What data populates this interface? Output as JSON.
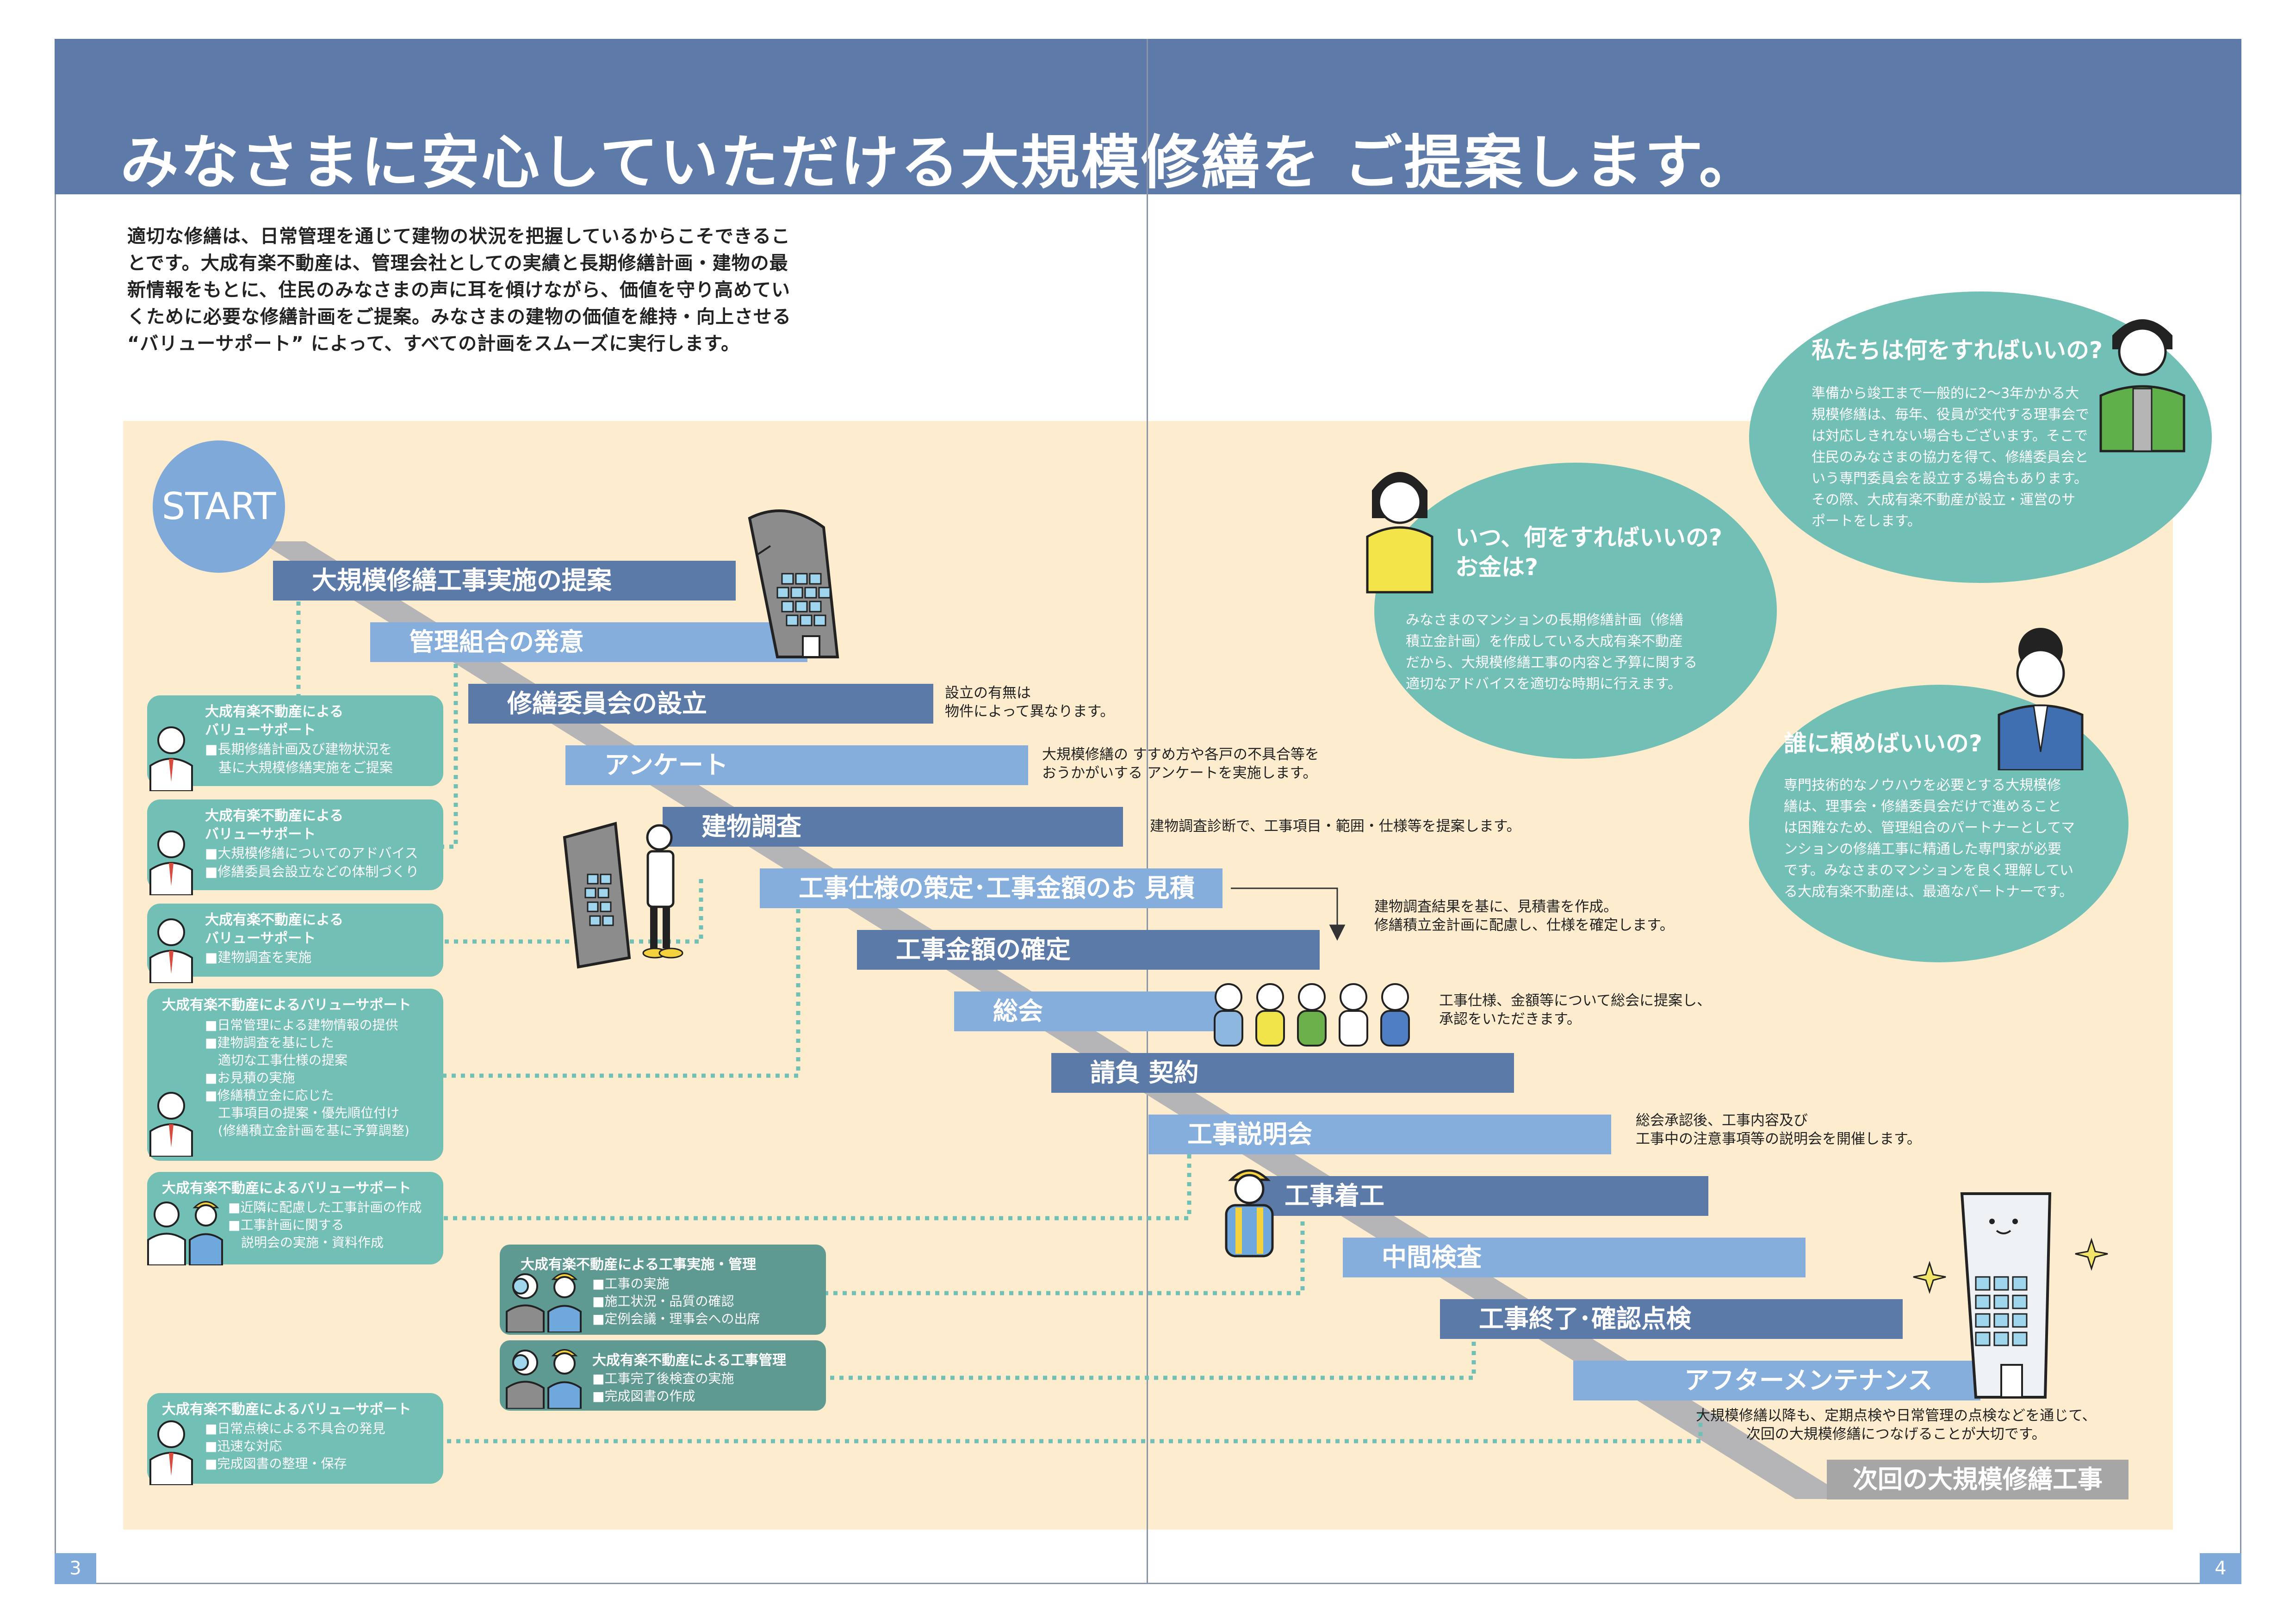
{
  "header": {
    "title": "みなさまに安心していただける大規模修繕を ご提案します。"
  },
  "intro": {
    "lines": [
      "適切な修繕は、日常管理を通じて建物の状況を把握しているからこそできるこ",
      "とです。大成有楽不動産は、管理会社としての実績と長期修繕計画・建物の最",
      "新情報をもとに、住民のみなさまの声に耳を傾けながら、価値を守り高めてい",
      "くために必要な修繕計画をご提案。みなさまの建物の価値を維持・向上させる",
      "“バリューサポート” によって、すべての計画をスムーズに実行します。"
    ]
  },
  "flow": {
    "start": "START",
    "steps": [
      "大規模修繕工事実施の提案",
      "管理組合の発意",
      "修繕委員会の設立",
      "アンケート",
      "建物調査",
      "工事仕様の策定･工事金額のお 見積",
      "工事金額の確定",
      "総会",
      "請負 契約",
      "工事説明会",
      "工事着工",
      "中間検査",
      "工事終了･確認点検",
      "アフターメンテナンス"
    ],
    "next": "次回の大規模修繕工事",
    "notes": {
      "committee": [
        "設立の有無は",
        "物件によって異なります。"
      ],
      "survey": [
        "大規模修繕の すすめ方や各戸の不具合等を",
        "おうかがいする アンケートを実施します。"
      ],
      "inspection": "建物調査診断で、工事項目・範囲・仕様等を提案します。",
      "estimate": [
        "建物調査結果を基に、見積書を作成。",
        "修繕積立金計画に配慮し、仕様を確定します。"
      ],
      "assembly": [
        "工事仕様、金額等について総会に提案し、",
        "承認をいただきます。"
      ],
      "briefing": [
        "総会承認後、工事内容及び",
        "工事中の注意事項等の説明会を開催します。"
      ],
      "after": [
        "大規模修繕以降も、定期点検や日常管理の点検などを通じて、",
        "次回の大規模修繕につなげることが大切です。"
      ]
    }
  },
  "support": [
    {
      "title": [
        "大成有楽不動産による",
        "バリューサポート"
      ],
      "items": [
        "■長期修繕計画及び建物状況を",
        "　基に大規模修繕実施をご提案"
      ]
    },
    {
      "title": [
        "大成有楽不動産による",
        "バリューサポート"
      ],
      "items": [
        "■大規模修繕についてのアドバイス",
        "■修繕委員会設立などの体制づくり"
      ]
    },
    {
      "title": [
        "大成有楽不動産による",
        "バリューサポート"
      ],
      "items": [
        "■建物調査を実施"
      ]
    },
    {
      "title": [
        "大成有楽不動産によるバリューサポート"
      ],
      "items": [
        "■日常管理による建物情報の提供",
        "■建物調査を基にした",
        "　適切な工事仕様の提案",
        "■お見積の実施",
        "■修繕積立金に応じた",
        "　工事項目の提案・優先順位付け",
        "　(修繕積立金計画を基に予算調整)"
      ]
    },
    {
      "title": [
        "大成有楽不動産によるバリューサポート"
      ],
      "items": [
        "■近隣に配慮した工事計画の作成",
        "■工事計画に関する",
        "　説明会の実施・資料作成"
      ]
    },
    {
      "title": [
        "大成有楽不動産によるバリューサポート"
      ],
      "items": [
        "■日常点検による不具合の発見",
        "■迅速な対応",
        "■完成図書の整理・保存"
      ]
    }
  ],
  "management": [
    {
      "title": "大成有楽不動産による工事実施・管理",
      "items": [
        "■工事の実施",
        "■施工状況・品質の確認",
        "■定例会議・理事会への出席"
      ]
    },
    {
      "title": "大成有楽不動産による工事管理",
      "items": [
        "■工事完了後検査の実施",
        "■完成図書の作成"
      ]
    }
  ],
  "bubbles": [
    {
      "q": [
        "私たちは何をすればいいの?"
      ],
      "a": [
        "準備から竣工まで一般的に2～3年かかる大",
        "規模修繕は、毎年、役員が交代する理事会で",
        "は対応しきれない場合もございます。そこで",
        "住民のみなさまの協力を得て、修繕委員会と",
        "いう専門委員会を設立する場合もあります。",
        "その際、大成有楽不動産が設立・運営のサ",
        "ポートをします。"
      ]
    },
    {
      "q": [
        "いつ、何をすればいいの?",
        "お金は?"
      ],
      "a": [
        "みなさまのマンションの長期修繕計画（修繕",
        "積立金計画）を作成している大成有楽不動産",
        "だから、大規模修繕工事の内容と予算に関する",
        "適切なアドバイスを適切な時期に行えます。"
      ]
    },
    {
      "q": [
        "誰に頼めばいいの?"
      ],
      "a": [
        "専門技術的なノウハウを必要とする大規模修",
        "繕は、理事会・修繕委員会だけで進めること",
        "は困難なため、管理組合のパートナーとしてマ",
        "ンションの修繕工事に精通した専門家が必要",
        "です。みなさまのマンションを良く理解してい",
        "る大成有楽不動産は、最適なパートナーです。"
      ]
    }
  ],
  "pages": {
    "left": "3",
    "right": "4"
  },
  "colors": {
    "header": "#5d7aa8",
    "panel": "#fdeccd",
    "step_dark": "#5b7aa8",
    "step_light": "#86aedd",
    "teal": "#72bfb6",
    "teal_dark": "#5e9a92"
  }
}
